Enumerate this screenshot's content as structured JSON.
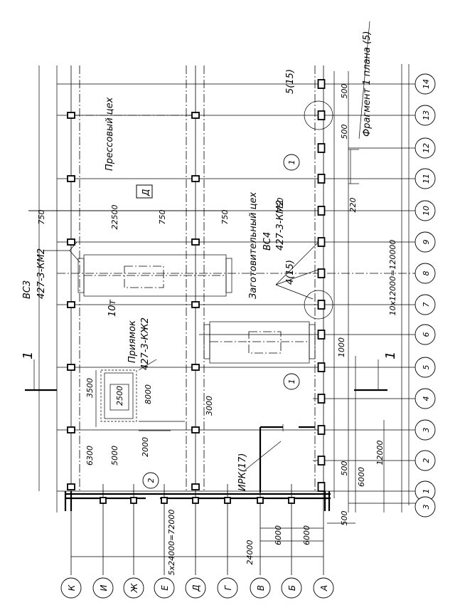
{
  "axes_letters": [
    "К",
    "И",
    "Ж",
    "Е",
    "Д",
    "Г",
    "В",
    "Б",
    "А"
  ],
  "axes_numbers": [
    "14",
    "13",
    "12",
    "11",
    "10",
    "9",
    "8",
    "7",
    "6",
    "5",
    "4",
    "3",
    "2",
    "1"
  ],
  "extra_axis_bottom": "3",
  "top_dims": [
    "750",
    "22500",
    "750",
    "750"
  ],
  "right_dims": [
    "750",
    "220"
  ],
  "left_dims": [
    "5000",
    "6300",
    "2000"
  ],
  "pit_dims": [
    "3500",
    "2500",
    "8000",
    "3000"
  ],
  "bottom_dims": [
    "500",
    "24000",
    "6000",
    "6000",
    "5x24000=72000"
  ],
  "right_side_dims": [
    "500",
    "500",
    "1000",
    "10x12000=120000",
    "500",
    "6000",
    "12000",
    "500"
  ],
  "labels": {
    "press_shop": "Прессовый цех",
    "zone_d": "Д",
    "procurement_shop": "Заготовительный цех",
    "fragment": "Фрагмент 1 плана (5)",
    "node_top": "5(15)",
    "node_mid": "4(15)",
    "bc3_title": "ВС3",
    "bc3_code": "427-3-КМ2",
    "bc4_title": "ВС4",
    "bc4_code": "427-3-КМ2",
    "crane": "10т",
    "pit_title": "Приямок",
    "pit_code": "427-3-КЖ2",
    "irk": "ИРК(17)",
    "section_mark": "1",
    "circle_1": "1",
    "circle_2": "2"
  }
}
